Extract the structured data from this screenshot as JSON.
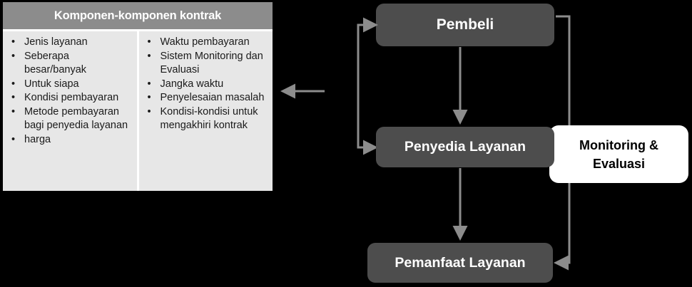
{
  "panel": {
    "title": "Komponen-komponen kontrak",
    "columns": [
      {
        "items": [
          "Jenis layanan",
          "Seberapa besar/banyak",
          "Untuk siapa",
          "Kondisi pembayaran",
          "Metode pembayaran bagi penyedia layanan",
          "harga"
        ]
      },
      {
        "items": [
          "Waktu pembayaran",
          "Sistem Monitoring dan Evaluasi",
          "Jangka waktu",
          "Penyelesaian masalah",
          "Kondisi-kondisi untuk mengakhiri kontrak"
        ]
      }
    ],
    "bullet_glyph": "•"
  },
  "diagram": {
    "nodes": {
      "buyer": "Pembeli",
      "provider": "Penyedia Layanan",
      "beneficiary": "Pemanfaat Layanan",
      "monitoring": "Monitoring  &\nEvaluasi"
    },
    "connectors": [
      {
        "name": "panel-feed-arrow",
        "from": "diagram",
        "to": "components-panel",
        "direction": "left"
      },
      {
        "name": "buyer-to-provider-arrow",
        "from": "buyer",
        "to": "provider",
        "direction": "down"
      },
      {
        "name": "provider-to-beneficiary-arrow",
        "from": "provider",
        "to": "beneficiary",
        "direction": "down"
      },
      {
        "name": "provider-buyer-feedback-loop",
        "from": "provider",
        "to": "buyer",
        "direction": "left-up"
      },
      {
        "name": "buyer-to-beneficiary-arrow",
        "from": "buyer",
        "to": "beneficiary",
        "direction": "right-down"
      },
      {
        "name": "monitoring-to-provider-arrow",
        "from": "monitoring",
        "to": "provider",
        "direction": "left"
      }
    ]
  },
  "colors": {
    "background": "#000000",
    "panel_header": "#8c8c8c",
    "panel_body": "#e7e7e7",
    "node_fill": "#4d4d4d",
    "monitoring_fill": "#ffffff",
    "connector": "#8c8c8c"
  }
}
